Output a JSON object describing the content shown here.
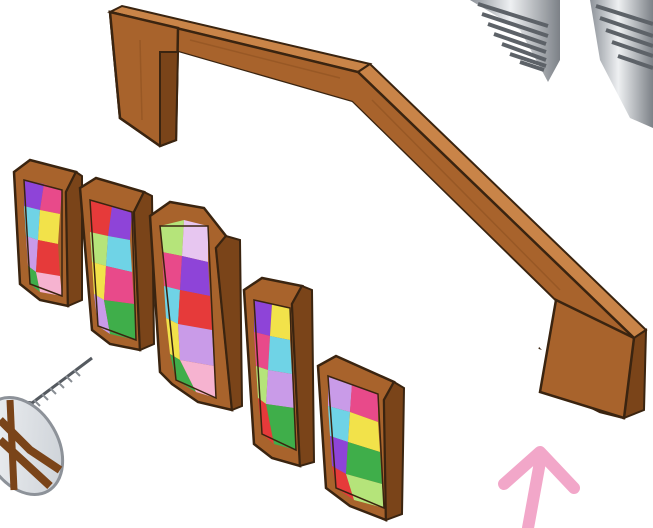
{
  "scene": {
    "description_free": true,
    "colors": {
      "background": "#ffffff",
      "wood_front": "#a8632c",
      "wood_top": "#c98448",
      "wood_side": "#7a4419",
      "outline": "#3a2410",
      "screw": "#c9cdd2",
      "arrow": "#f2a7c9",
      "glass": [
        "#8e44d8",
        "#e84a8a",
        "#f2e24a",
        "#6fd3e6",
        "#c99be8",
        "#e63a3a",
        "#3fae4a",
        "#f6b3d0",
        "#b5e47a",
        "#e7c6f0"
      ]
    },
    "icons": [
      "frame-arch",
      "stained-glass-panel",
      "screw",
      "arrow-up",
      "mirror"
    ]
  }
}
